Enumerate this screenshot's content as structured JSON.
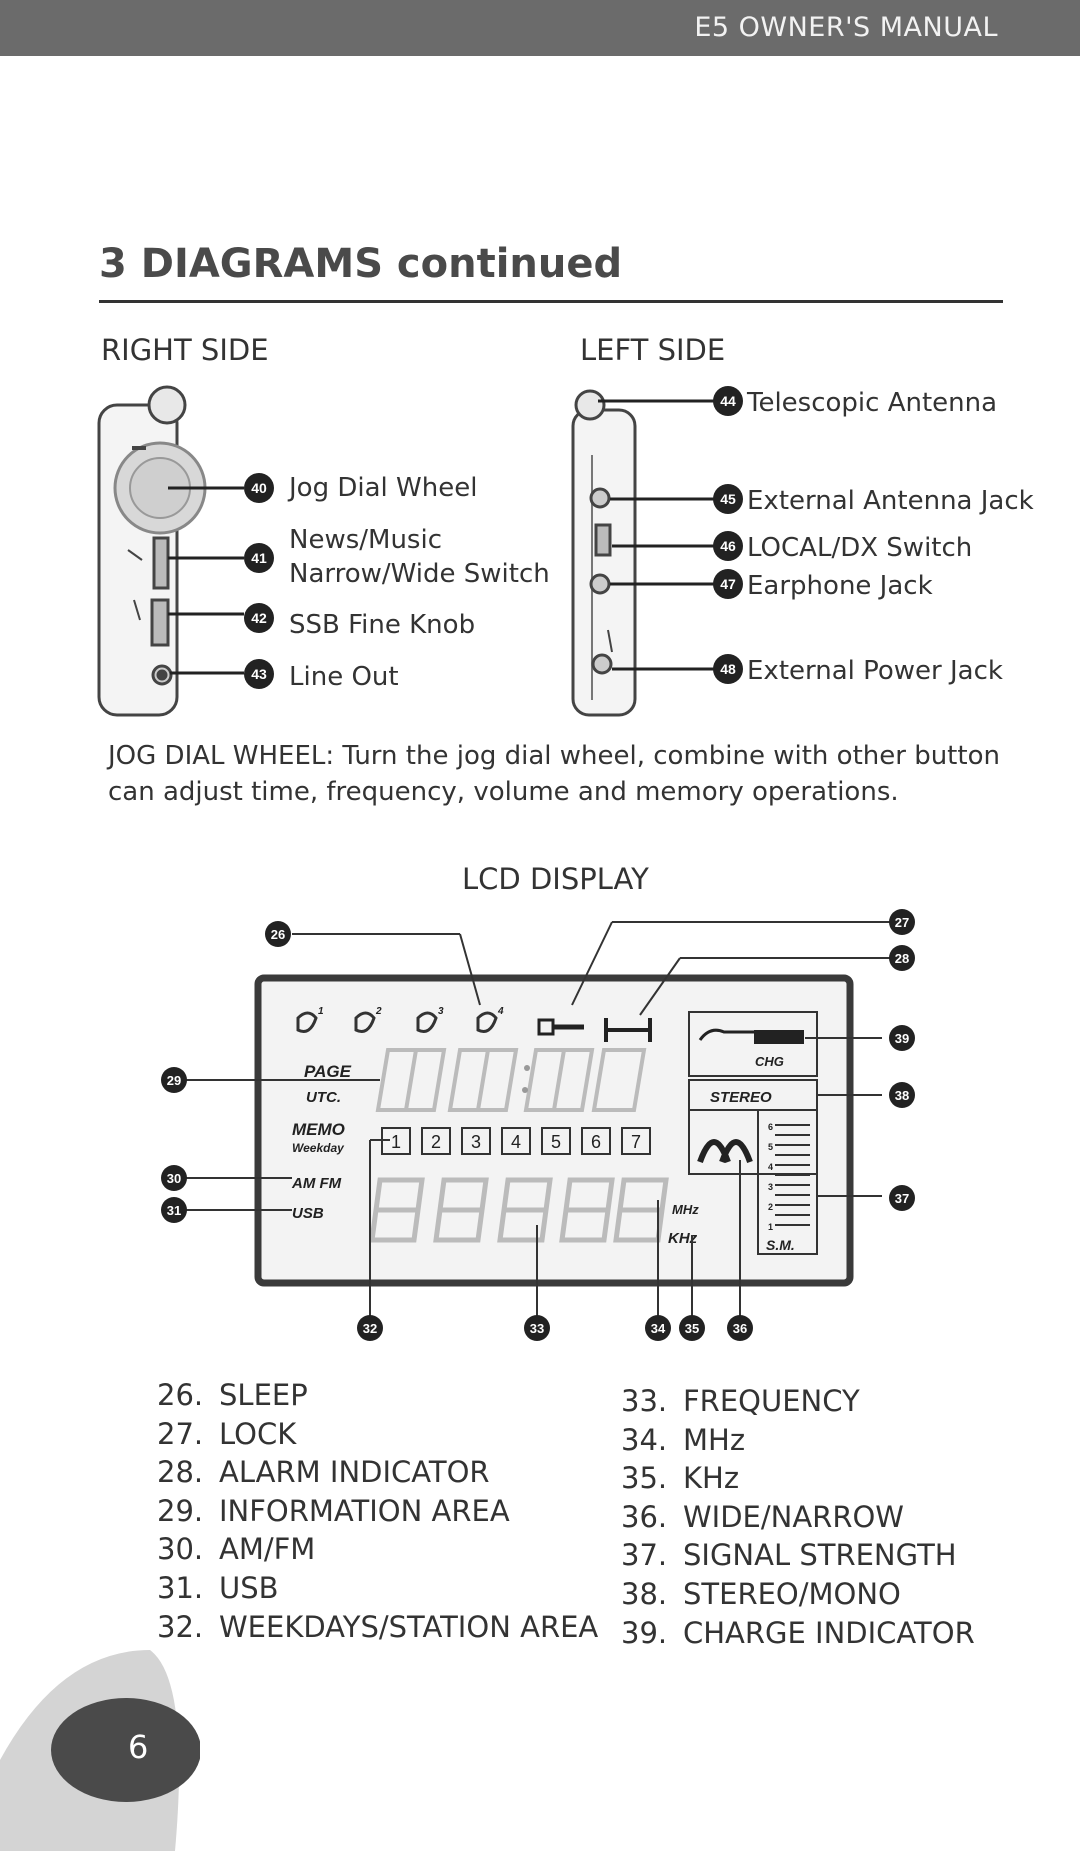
{
  "header": {
    "manual_title": "E5  OWNER'S MANUAL"
  },
  "section": {
    "title": "3  DIAGRAMS continued"
  },
  "right_side": {
    "title": "RIGHT SIDE",
    "callouts": [
      {
        "num": "40",
        "label": "Jog Dial Wheel"
      },
      {
        "num": "41",
        "label": "News/Music",
        "label2": "Narrow/Wide Switch"
      },
      {
        "num": "42",
        "label": "SSB Fine Knob"
      },
      {
        "num": "43",
        "label": "Line Out"
      }
    ]
  },
  "left_side": {
    "title": "LEFT SIDE",
    "callouts": [
      {
        "num": "44",
        "label": "Telescopic Antenna"
      },
      {
        "num": "45",
        "label": "External Antenna Jack"
      },
      {
        "num": "46",
        "label": "LOCAL/DX Switch"
      },
      {
        "num": "47",
        "label": "Earphone Jack"
      },
      {
        "num": "48",
        "label": "External Power Jack"
      }
    ]
  },
  "paragraph": "JOG DIAL WHEEL: Turn the jog dial wheel, combine with other button can adjust time, frequency, volume and memory operations.",
  "lcd": {
    "title": "LCD DISPLAY",
    "labels": {
      "page": "PAGE",
      "utc": "UTC.",
      "memo": "MEMO",
      "weekday": "Weekday",
      "am_fm": "AM FM",
      "usb": "USB",
      "mhz": "MHz",
      "khz": "KHz",
      "chg": "CHG",
      "stereo": "STEREO",
      "sm": "S.M.",
      "sleep_sup": [
        "1",
        "2",
        "3",
        "4"
      ],
      "signal_levels": [
        "1",
        "2",
        "3",
        "4",
        "5",
        "6"
      ]
    },
    "station_boxes": [
      "1",
      "2",
      "3",
      "4",
      "5",
      "6",
      "7"
    ],
    "callout_numbers": [
      "26",
      "27",
      "28",
      "29",
      "30",
      "31",
      "32",
      "33",
      "34",
      "35",
      "36",
      "37",
      "38",
      "39"
    ]
  },
  "legend_left": [
    {
      "num": "26.",
      "label": "SLEEP"
    },
    {
      "num": "27.",
      "label": "LOCK"
    },
    {
      "num": "28.",
      "label": "ALARM INDICATOR"
    },
    {
      "num": "29.",
      "label": "INFORMATION AREA"
    },
    {
      "num": "30.",
      "label": "AM/FM"
    },
    {
      "num": "31.",
      "label": "USB"
    },
    {
      "num": "32.",
      "label": "WEEKDAYS/STATION AREA"
    }
  ],
  "legend_right": [
    {
      "num": "33.",
      "label": "FREQUENCY"
    },
    {
      "num": "34.",
      "label": "MHz"
    },
    {
      "num": "35.",
      "label": "KHz"
    },
    {
      "num": "36.",
      "label": "WIDE/NARROW"
    },
    {
      "num": "37.",
      "label": "SIGNAL STRENGTH"
    },
    {
      "num": "38.",
      "label": "STEREO/MONO"
    },
    {
      "num": "39.",
      "label": "CHARGE INDICATOR"
    }
  ],
  "footer": {
    "page_number": "6"
  }
}
